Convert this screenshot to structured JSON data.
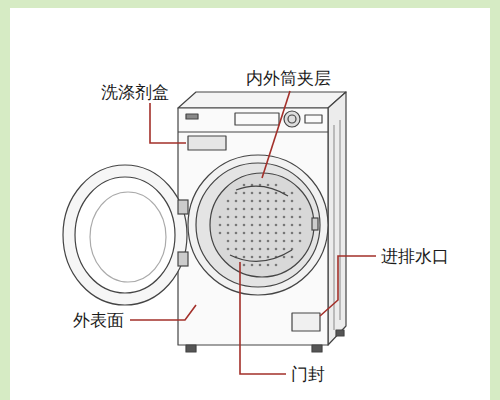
{
  "diagram": {
    "labels": [
      "洗涤剂盒",
      "内外筒夹层",
      "进排水口",
      "外表面",
      "门封"
    ]
  }
}
